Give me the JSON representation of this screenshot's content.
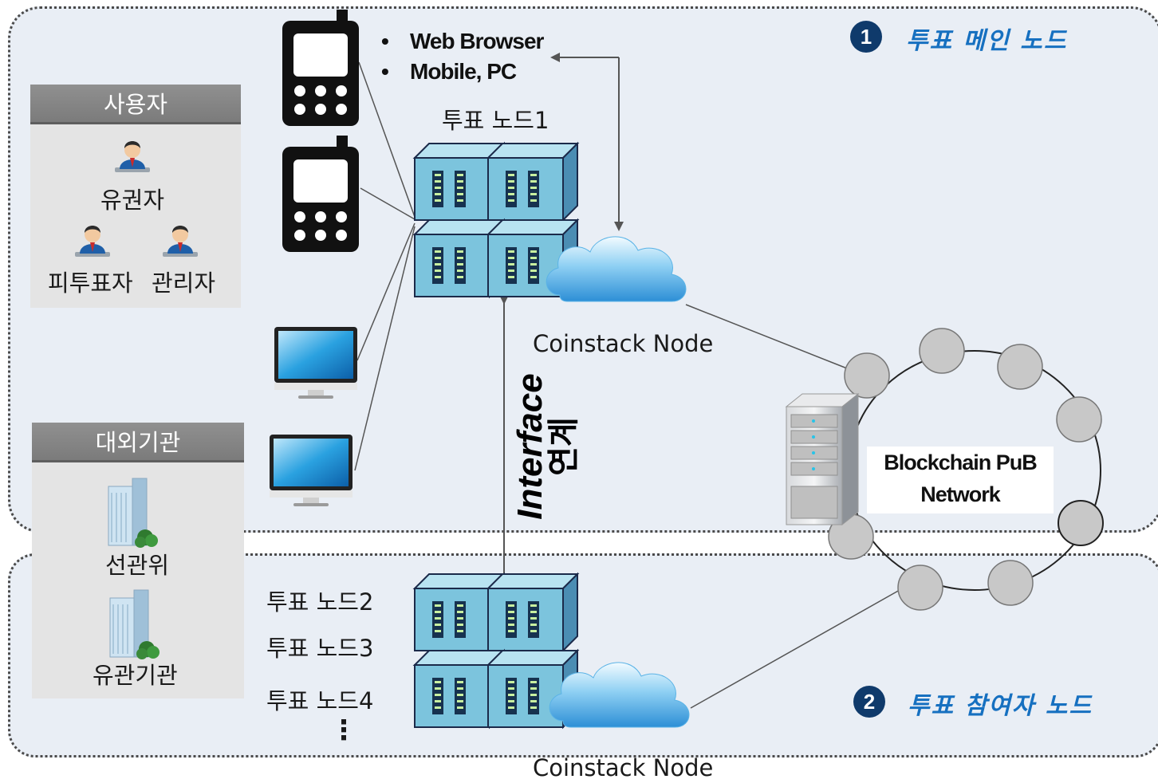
{
  "main_zone": {
    "number": "1",
    "title": "투표 메인 노드",
    "access": [
      "Web Browser",
      "Mobile, PC"
    ],
    "vote_node": "투표 노드1",
    "coinstack": "Coinstack Node"
  },
  "sub_zone": {
    "number": "2",
    "title": "투표 참여자 노드",
    "vote_nodes": [
      "투표 노드2",
      "투표 노드3",
      "투표 노드4"
    ],
    "ellipsis": "⋮",
    "coinstack": "Coinstack Node"
  },
  "users_panel": {
    "header": "사용자",
    "roles": [
      "유권자",
      "피투표자",
      "관리자"
    ]
  },
  "agencies_panel": {
    "header": "대외기관",
    "orgs": [
      "선관위",
      "유관기관"
    ]
  },
  "interface": {
    "en": "Interface",
    "ko": "연계"
  },
  "blockchain": {
    "line1": "Blockchain PuB",
    "line2": "Network"
  },
  "colors": {
    "zone_bg": "#e9eef5",
    "title_blue": "#1670c0",
    "badge": "#0f3a6b",
    "server": "#7cc4dd",
    "cloud": "#4aa9e4"
  }
}
